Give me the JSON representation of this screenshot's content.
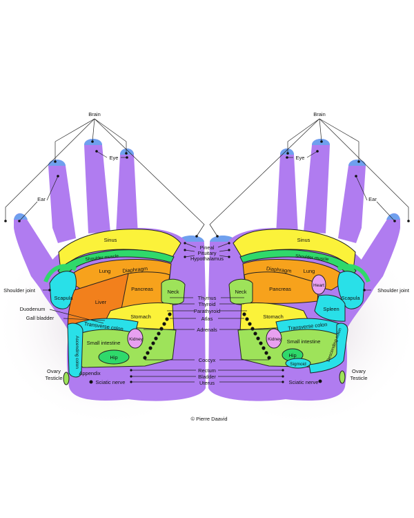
{
  "diagram": {
    "copyright": "© Pierre Daavid",
    "left_hand": {
      "zones": {
        "sinus": "Sinus",
        "shoulder_muscle": "Shoulder muscle",
        "lung": "Lung",
        "diaphragm": "Diaphragm",
        "scapula": "Scapula",
        "liver": "Liver",
        "pancreas": "Pancreas",
        "neck": "Neck",
        "stomach": "Stomach",
        "transverse_colon": "Transverse colon",
        "kidney": "Kidney",
        "small_intestine": "Small intestine",
        "hip": "Hip",
        "ascending_colon": "Ascending colon",
        "appendix": "Appendix"
      },
      "callouts": {
        "brain": "Brain",
        "eye": "Eye",
        "ear": "Ear",
        "shoulder_joint": "Shoulder joint",
        "duodenum": "Duodenum",
        "gall_bladder": "Gall bladder",
        "ovary_testicle_1": "Ovary",
        "ovary_testicle_2": "Testicle",
        "sciatic_nerve": "Sciatic nerve"
      }
    },
    "right_hand": {
      "zones": {
        "sinus": "Sinus",
        "shoulder_muscle": "Shoulder muscle",
        "lung": "Lung",
        "diaphragm": "Diaphragm",
        "heart": "Heart",
        "pancreas": "Pancreas",
        "scapula": "Scapula",
        "neck": "Neck",
        "spleen": "Spleen",
        "stomach": "Stomach",
        "transverse_colon": "Transverse colon",
        "kidney": "Kidney",
        "small_intestine": "Small intestine",
        "descending_colon": "Descending colon",
        "hip": "Hip",
        "sigmoid": "Sigmoid"
      },
      "callouts": {
        "brain": "Brain",
        "eye": "Eye",
        "ear": "Ear",
        "shoulder_joint": "Shoulder joint",
        "ovary_testicle_1": "Ovary",
        "ovary_testicle_2": "Testicle",
        "sciatic_nerve": "Sciatic nerve"
      }
    },
    "center_labels": {
      "pineal": "Pineal",
      "pituitary": "Pituitary",
      "hypothalamus": "Hypothalamus",
      "thymus": "Thymus",
      "thyroid": "Thyroid",
      "parathyroid": "Parathyroid",
      "atlas": "Atlas",
      "adrenals": "Adrenals",
      "coccyx": "Coccyx",
      "rectum": "Rectum",
      "bladder": "Bladder",
      "uterus": "Uterus"
    },
    "colors": {
      "purple": "#b07cf0",
      "yellow": "#fbf23a",
      "orange": "#f7a21c",
      "dark_orange": "#f2801c",
      "green": "#2fd96b",
      "light_green": "#9ee35a",
      "cyan": "#29e0e8",
      "pink": "#e8a0f0"
    }
  }
}
